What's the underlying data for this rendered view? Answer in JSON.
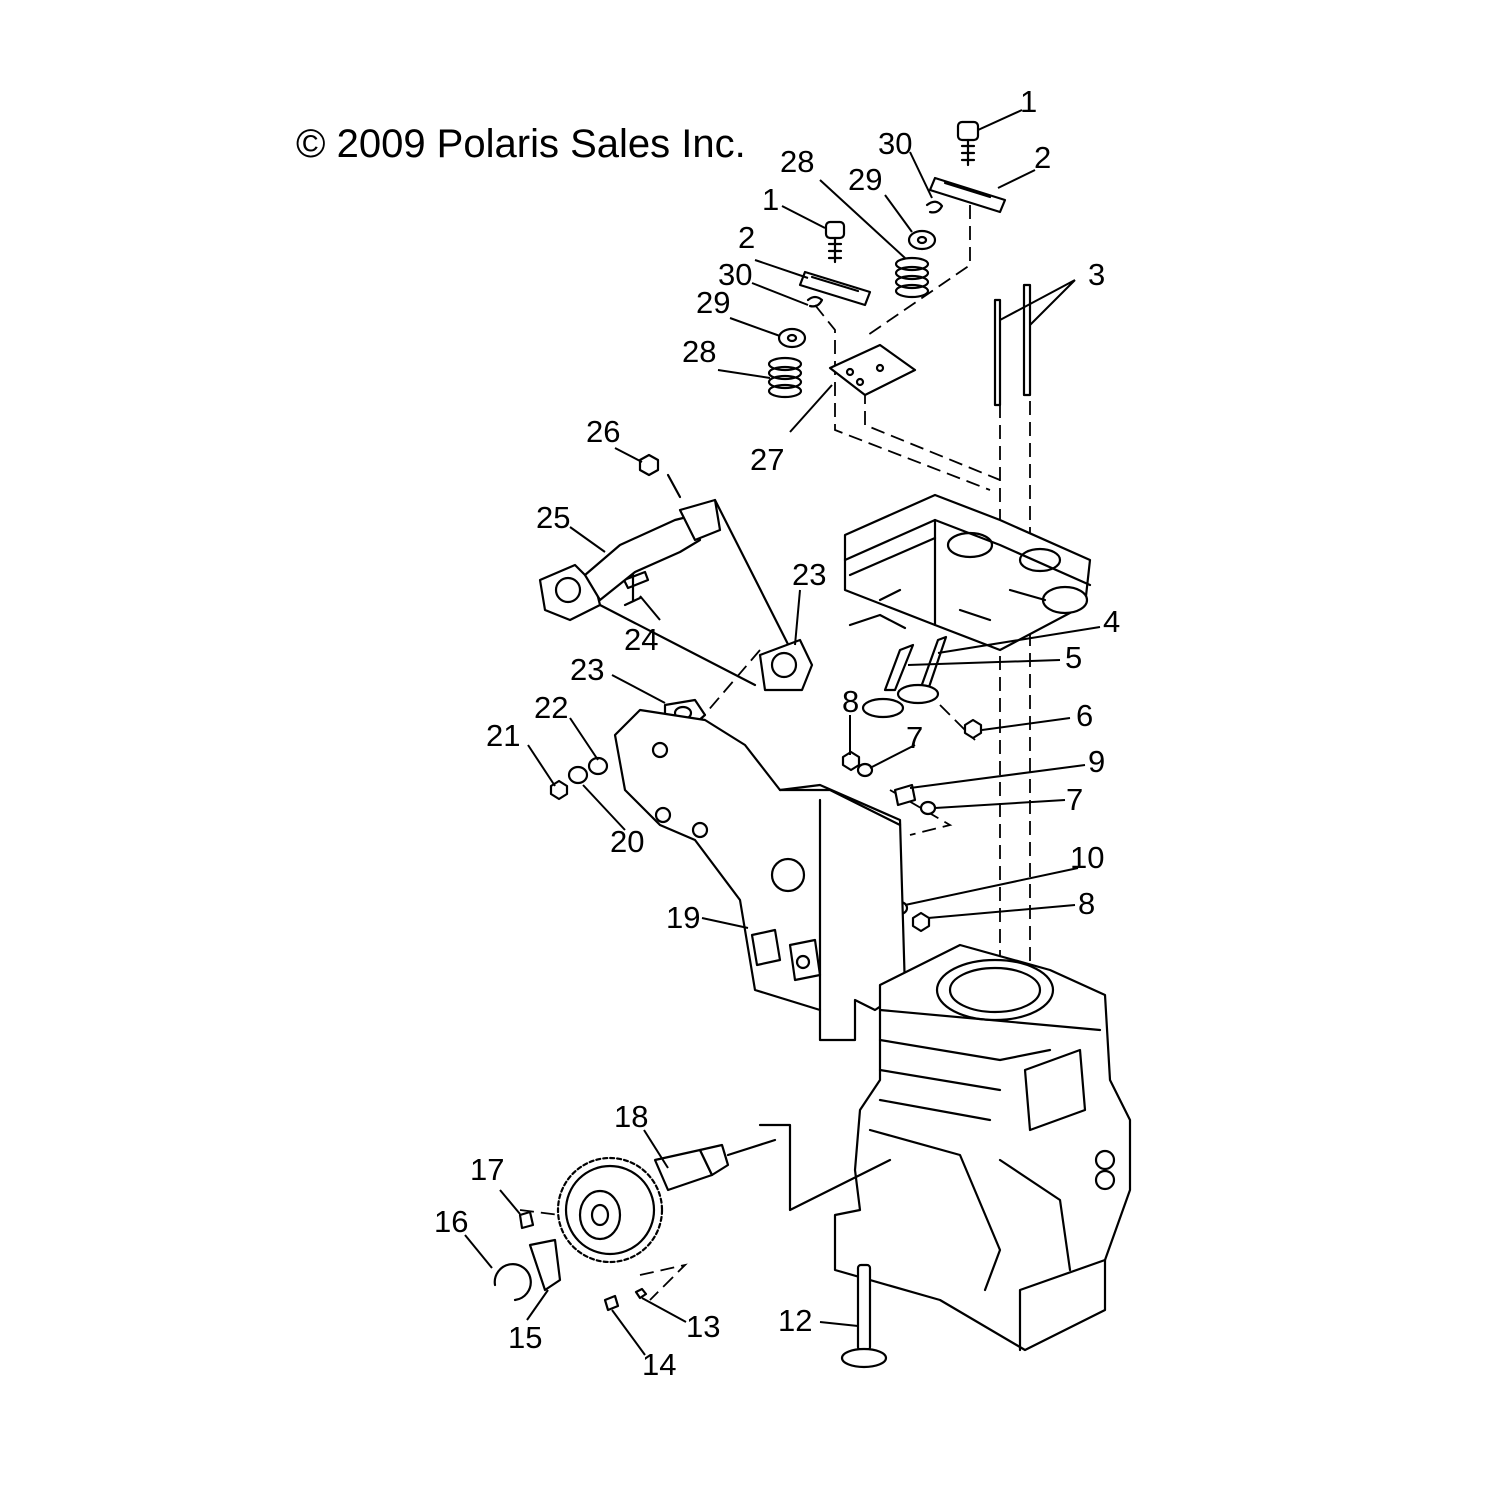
{
  "copyright": "© 2009 Polaris Sales Inc.",
  "callouts": [
    {
      "key": "c1a",
      "text": "1"
    },
    {
      "key": "c2a",
      "text": "2"
    },
    {
      "key": "c30a",
      "text": "30"
    },
    {
      "key": "c28a",
      "text": "28"
    },
    {
      "key": "c29a",
      "text": "29"
    },
    {
      "key": "c1b",
      "text": "1"
    },
    {
      "key": "c2b",
      "text": "2"
    },
    {
      "key": "c30b",
      "text": "30"
    },
    {
      "key": "c29b",
      "text": "29"
    },
    {
      "key": "c28b",
      "text": "28"
    },
    {
      "key": "c3",
      "text": "3"
    },
    {
      "key": "c27",
      "text": "27"
    },
    {
      "key": "c26",
      "text": "26"
    },
    {
      "key": "c25",
      "text": "25"
    },
    {
      "key": "c23a",
      "text": "23"
    },
    {
      "key": "c24",
      "text": "24"
    },
    {
      "key": "c4",
      "text": "4"
    },
    {
      "key": "c5",
      "text": "5"
    },
    {
      "key": "c23b",
      "text": "23"
    },
    {
      "key": "c22",
      "text": "22"
    },
    {
      "key": "c21",
      "text": "21"
    },
    {
      "key": "c8a",
      "text": "8"
    },
    {
      "key": "c6",
      "text": "6"
    },
    {
      "key": "c7a",
      "text": "7"
    },
    {
      "key": "c9",
      "text": "9"
    },
    {
      "key": "c7b",
      "text": "7"
    },
    {
      "key": "c20",
      "text": "20"
    },
    {
      "key": "c10",
      "text": "10"
    },
    {
      "key": "c8b",
      "text": "8"
    },
    {
      "key": "c19",
      "text": "19"
    },
    {
      "key": "c18",
      "text": "18"
    },
    {
      "key": "c17",
      "text": "17"
    },
    {
      "key": "c16",
      "text": "16"
    },
    {
      "key": "c15",
      "text": "15"
    },
    {
      "key": "c14",
      "text": "14"
    },
    {
      "key": "c13",
      "text": "13"
    },
    {
      "key": "c12",
      "text": "12"
    }
  ]
}
